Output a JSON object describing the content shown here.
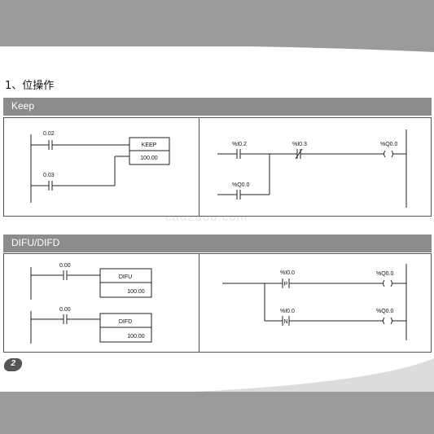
{
  "heading": "1、位操作",
  "watermark": "cad2688.com",
  "page_number": "2",
  "sections": [
    {
      "title": "Keep",
      "left": {
        "contact1_addr": "0.02",
        "contact2_addr": "0.03",
        "block_name": "KEEP",
        "block_operand": "100.00"
      },
      "right": {
        "contact1_addr": "%I0.2",
        "contact2_addr": "%I0.3",
        "contact3_addr": "%Q0.0",
        "coil_addr": "%Q0.0"
      }
    },
    {
      "title": "DIFU/DIFD",
      "left": {
        "rung1_addr": "0.00",
        "rung1_block": "DIFU",
        "rung1_operand": "100.00",
        "rung2_addr": "0.00",
        "rung2_block": "DIFD",
        "rung2_operand": "100.00"
      },
      "right": {
        "rung1_addr": "%I0.0",
        "rung1_contact_letter": "P",
        "rung1_coil": "%Q0.0",
        "rung2_addr": "%I0.0",
        "rung2_contact_letter": "N",
        "rung2_coil": "%Q0.0"
      }
    }
  ]
}
